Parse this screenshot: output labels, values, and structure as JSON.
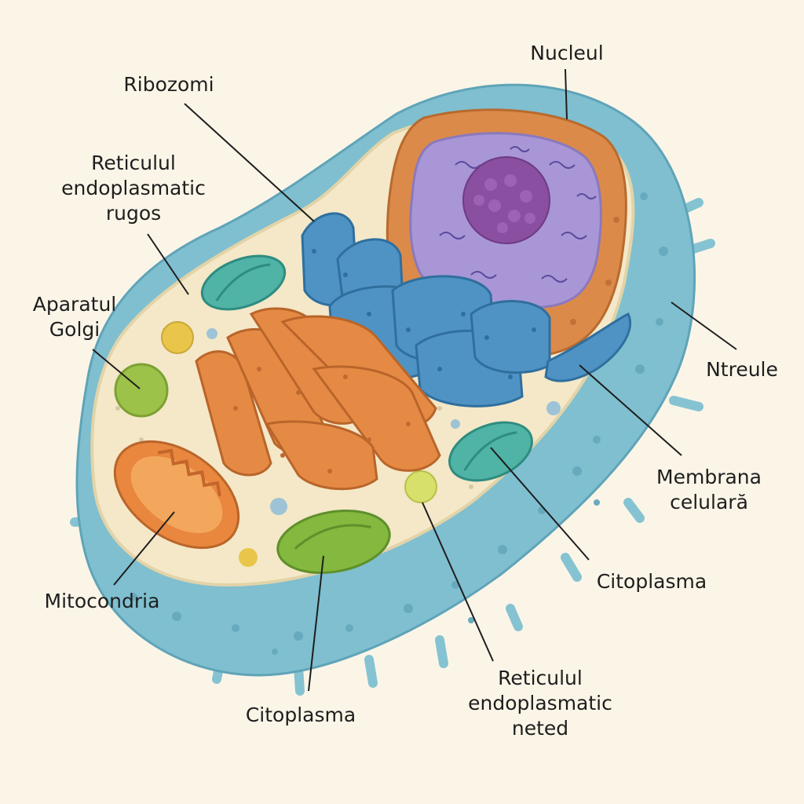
{
  "labels": {
    "nucleul": "Nucleul",
    "ribozomi": "Ribozomi",
    "rer": {
      "line1": "Reticulul",
      "line2": "endoplasmatic",
      "line3": "rugos"
    },
    "golgi": {
      "line1": "Aparatul",
      "line2": "Golgi"
    },
    "ntreule": "Ntreule",
    "membrana": {
      "line1": "Membrana",
      "line2": "celulară"
    },
    "mitocondria": "Mitocondria",
    "citoplasma_right": "Citoplasma",
    "citoplasma_bottom": "Citoplasma",
    "ser": {
      "line1": "Reticulul",
      "line2": "endoplasmatic",
      "line3": "neted"
    }
  },
  "colors": {
    "background": "#fbf5e8",
    "membrane": "#7fbfd0",
    "cytoplasm": "#f4e8c8",
    "nucleus_envelope": "#dc8a4a",
    "nucleoplasm": "#a896d6",
    "nucleolus": "#8a4fa0",
    "er": "#4f93c4",
    "golgi": "#e58a45",
    "mitochondria": "#e9873f",
    "vesicle_green": "#9cc24a",
    "organelle_teal": "#4fb3a6",
    "leader_line": "#1e1e1e"
  }
}
